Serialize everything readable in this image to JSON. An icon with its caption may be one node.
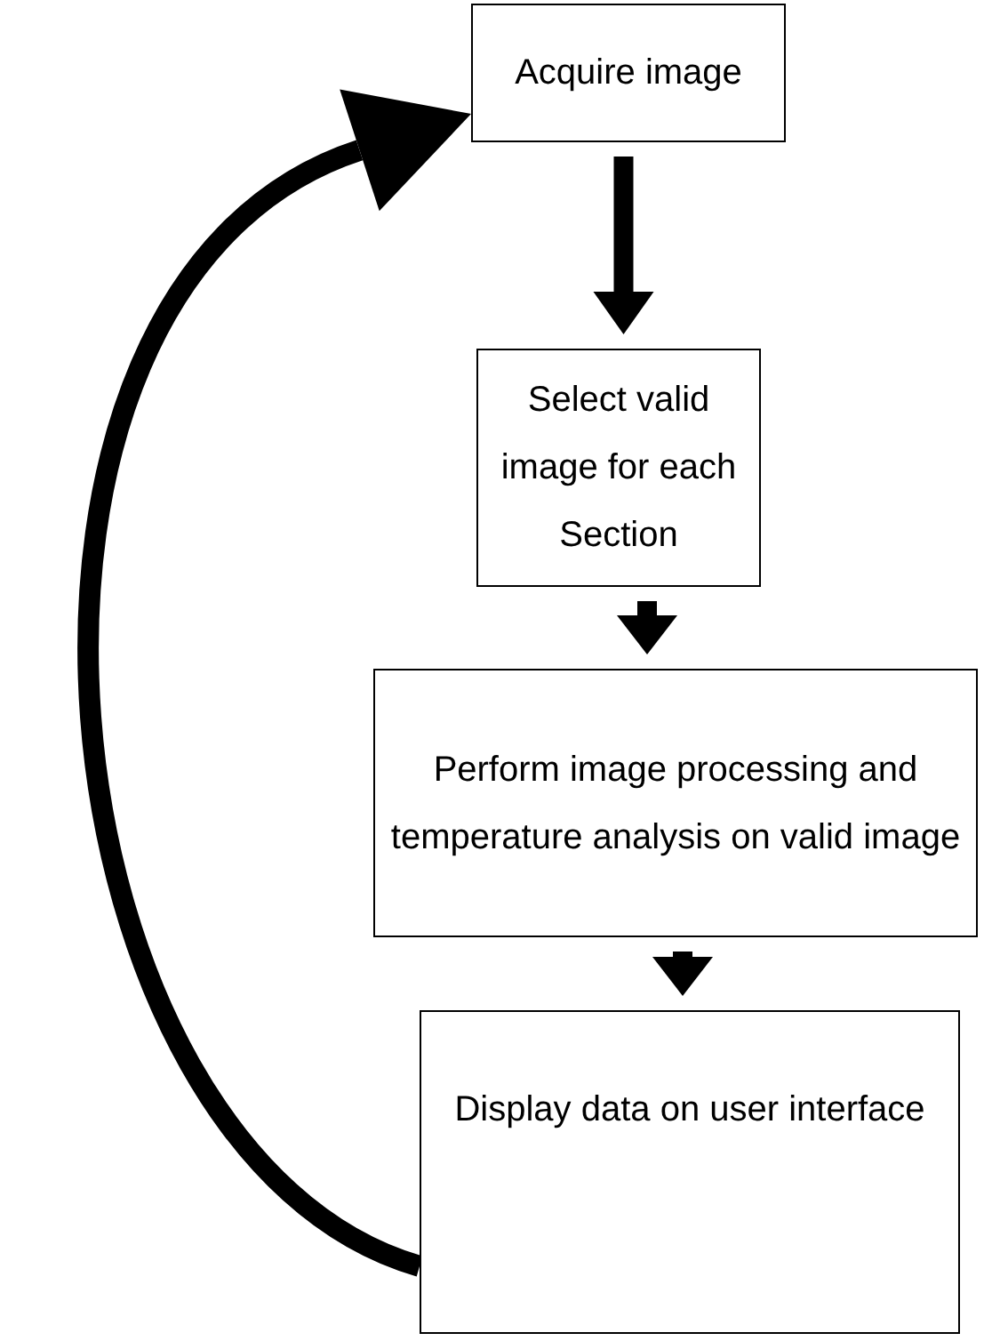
{
  "diagram": {
    "nodes": [
      {
        "text": [
          "Acquire image"
        ]
      },
      {
        "text": [
          "Select valid image for each Section"
        ]
      },
      {
        "text": [
          "Perform image processing and temperature analysis on valid image"
        ]
      },
      {
        "text": [
          "Display data on user interface"
        ]
      }
    ],
    "edges": [
      {
        "from": 0,
        "to": 1,
        "arrow": "to"
      },
      {
        "from": 1,
        "to": 2,
        "arrow": "to"
      },
      {
        "from": 2,
        "to": 3,
        "arrow": "to"
      },
      {
        "from": 3,
        "to": 0,
        "arrow": "to"
      }
    ]
  }
}
